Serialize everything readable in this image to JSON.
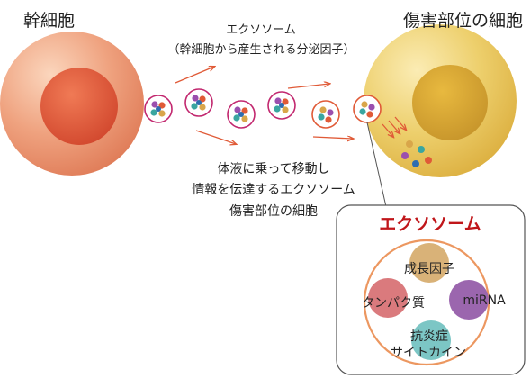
{
  "labels": {
    "stem_cell": "幹細胞",
    "target_cell": "傷害部位の細胞",
    "exosome_title": "エクソソーム",
    "exosome_subtitle": "（幹細胞から産生される分泌因子）",
    "flow_line1": "体液に乗って移動し",
    "flow_line2": "情報を伝達するエクソソーム",
    "flow_line3": "傷害部位の細胞"
  },
  "panel": {
    "title": "エクソソーム",
    "cargo": {
      "growth_factor": "成長因子",
      "protein": "タンパク質",
      "mirna": "miRNA",
      "anti_inflammatory": "抗炎症",
      "cytokine": "サイトカイン"
    }
  },
  "colors": {
    "stem_cell_outer": "#ec9a78",
    "stem_cell_nucleus": "#de5b3e",
    "target_cell_outer": "#e9c75a",
    "target_cell_nucleus": "#d0a22e",
    "arrow": "#e05a37",
    "exosome_ring": "#c2286f",
    "panel_title": "#c0161a",
    "growth_factor": "#d9b278",
    "protein": "#da7a7d",
    "mirna": "#9b66ae",
    "cytokine": "#7cc6c5",
    "membrane": "#ec9760"
  }
}
